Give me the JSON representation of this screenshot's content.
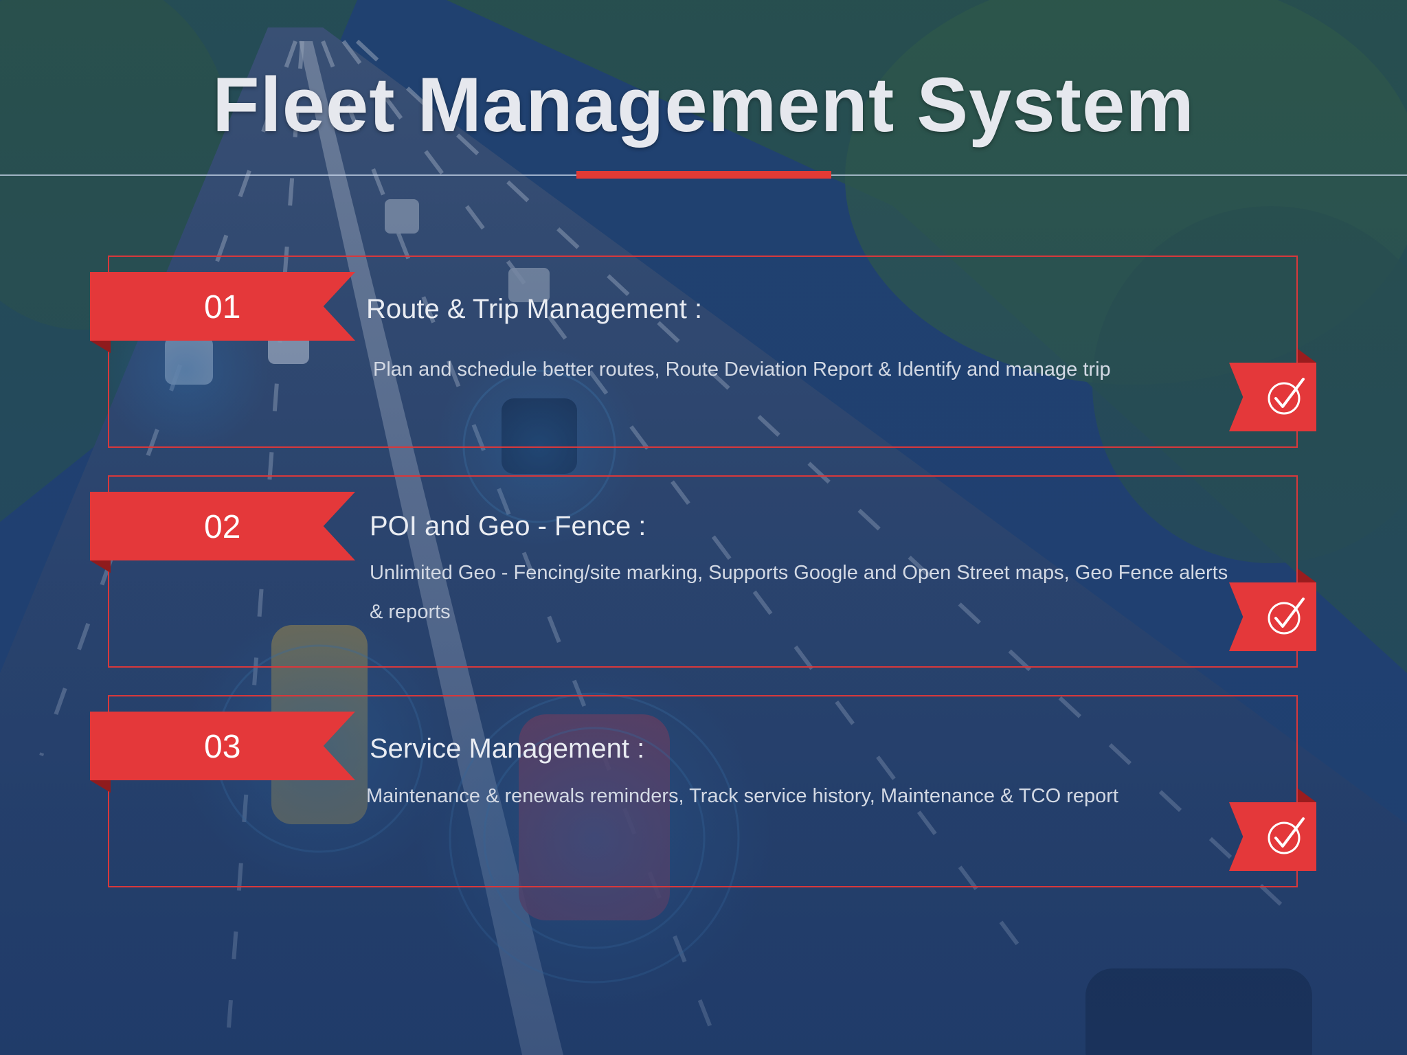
{
  "slide": {
    "title": "Fleet Management System",
    "colors": {
      "accent_red": "#e4383a",
      "background_blue": "#1f3a66",
      "title_text": "#e6e8ee"
    },
    "items": [
      {
        "number": "01",
        "heading": "Route & Trip Management :",
        "description": "Plan and schedule better routes, Route Deviation Report & Identify and manage trip",
        "icon": "check-circle-icon"
      },
      {
        "number": "02",
        "heading": "POI and Geo - Fence :",
        "description": "Unlimited Geo - Fencing/site marking, Supports Google and  Open Street maps, Geo Fence alerts & reports",
        "icon": "check-circle-icon"
      },
      {
        "number": "03",
        "heading": "Service Management :",
        "description": "Maintenance & renewals reminders, Track service history, Maintenance & TCO report",
        "icon": "check-circle-icon"
      }
    ]
  }
}
